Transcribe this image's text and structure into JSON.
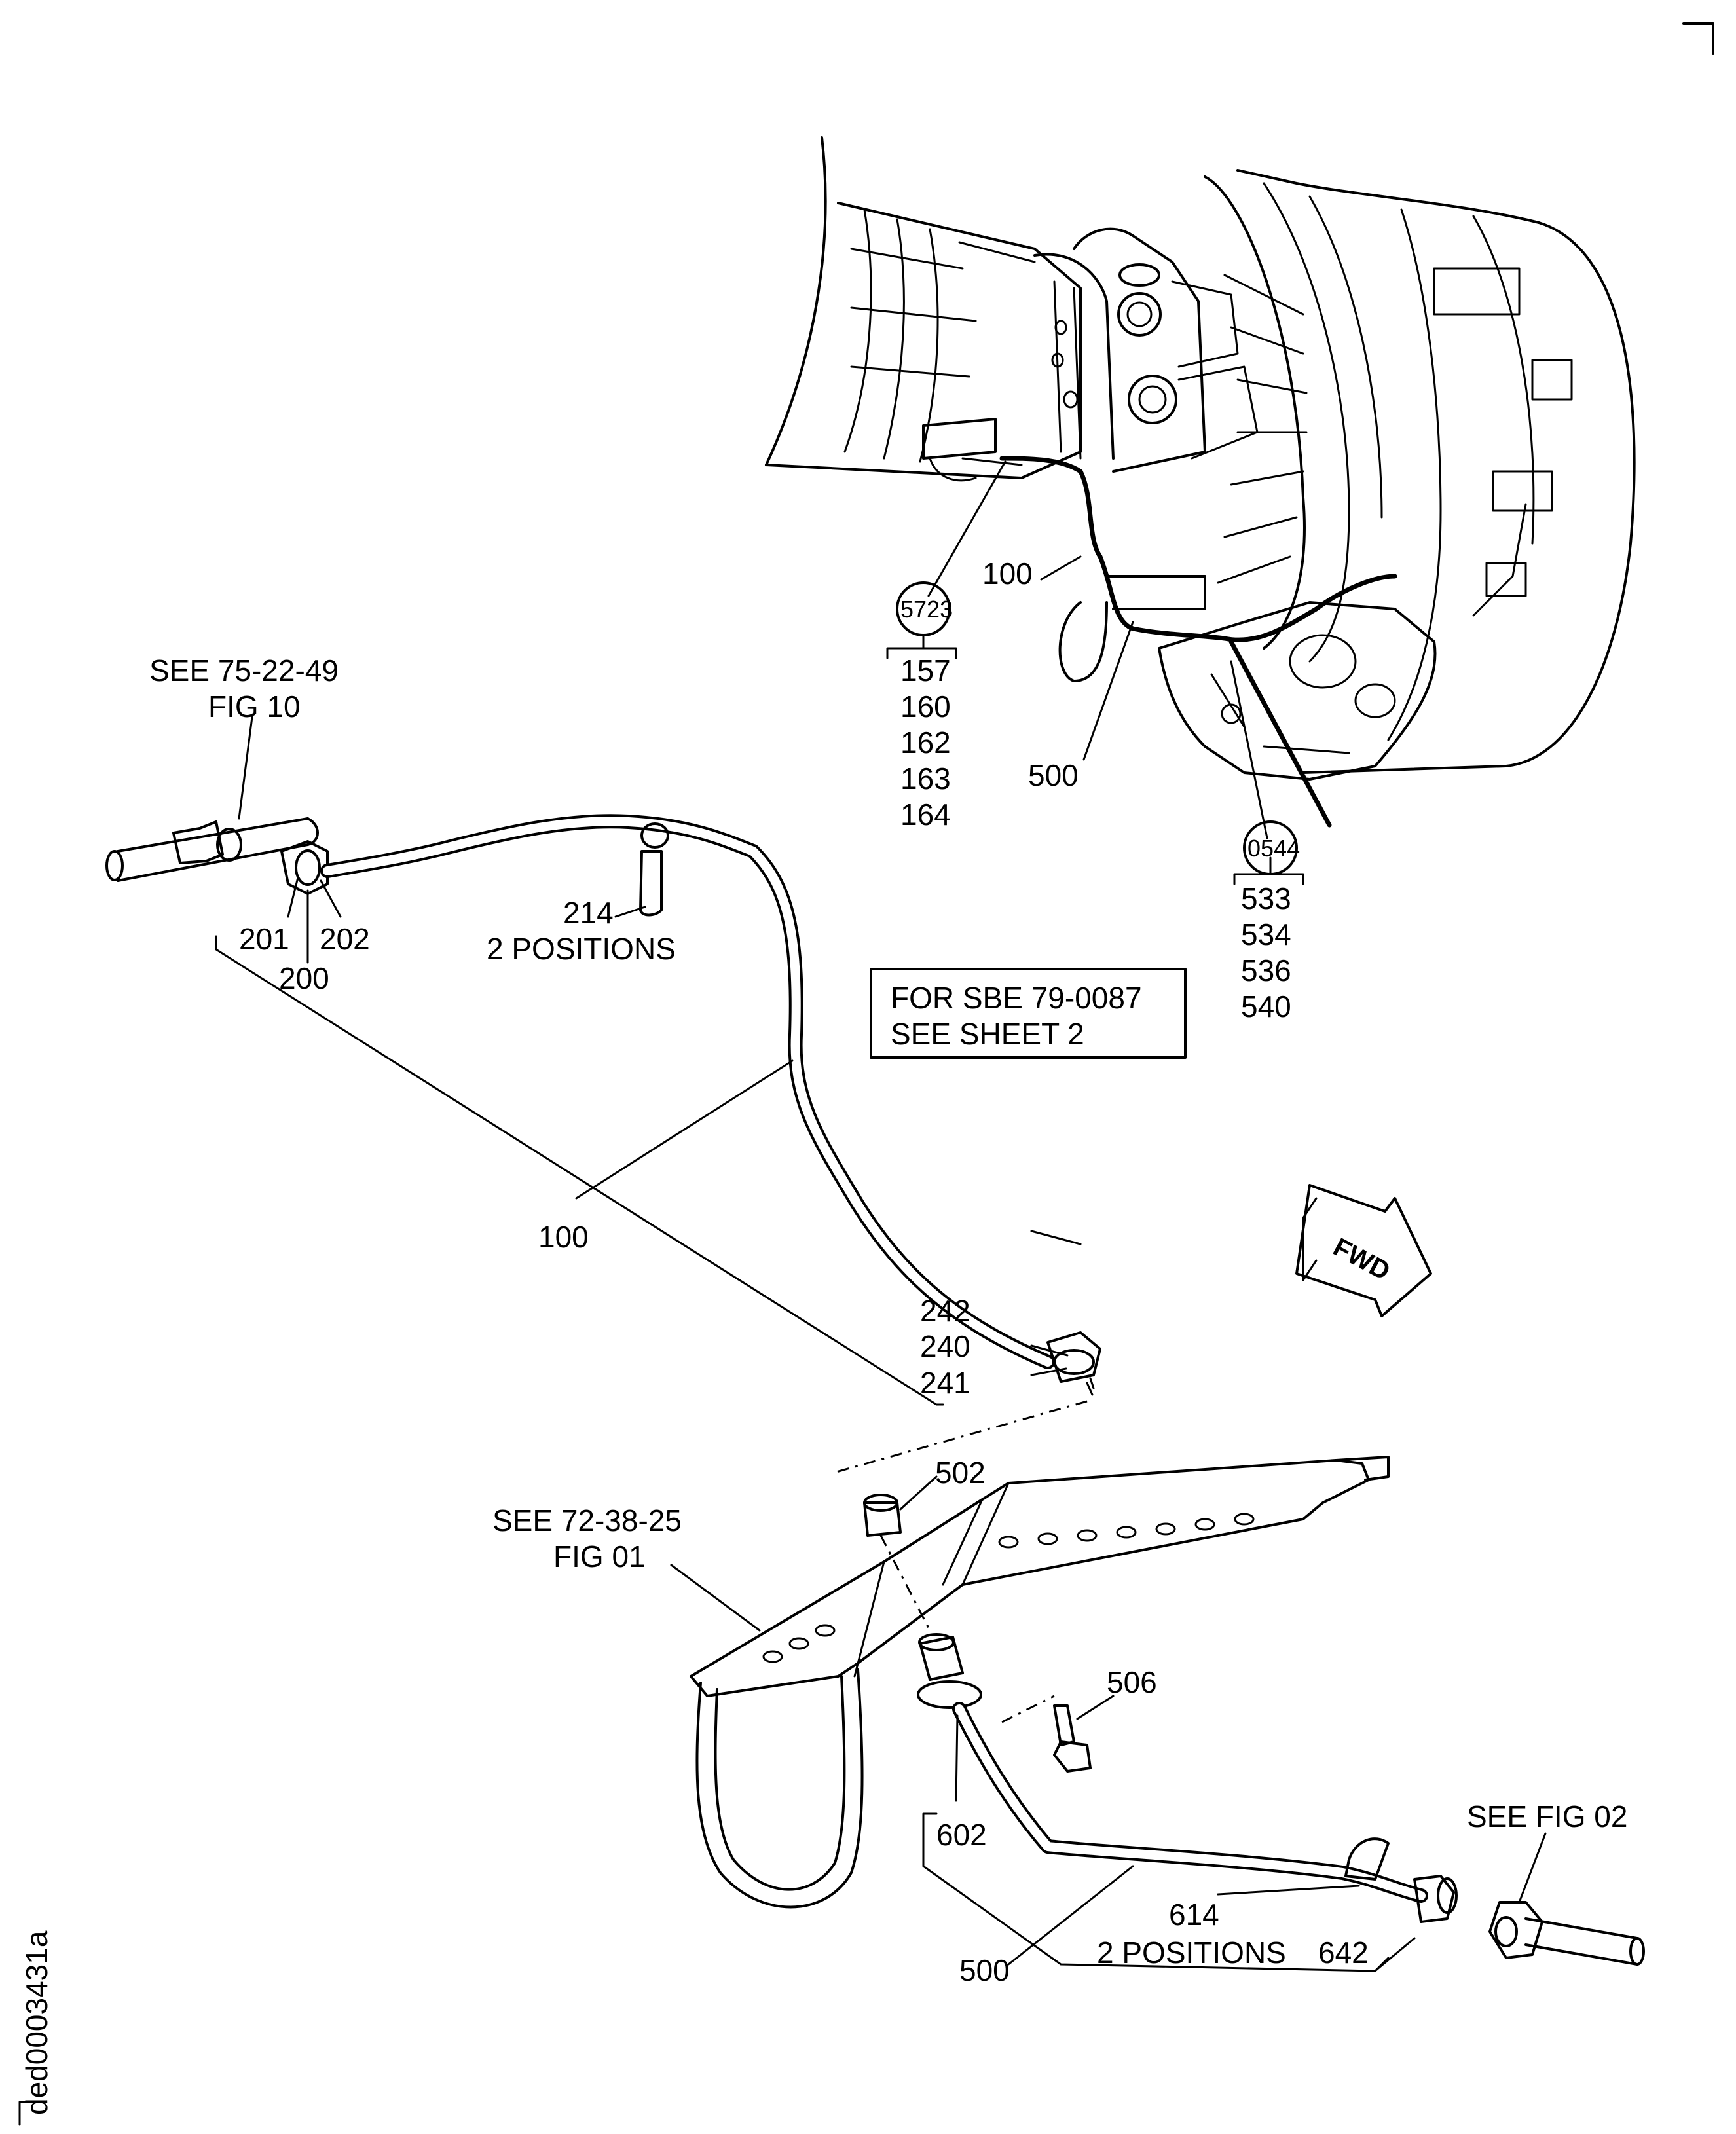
{
  "labels": {
    "see_75_22_49": "SEE 75-22-49",
    "fig_10": "FIG 10",
    "ref_201": "201",
    "ref_202": "202",
    "ref_200": "200",
    "ref_214": "214",
    "two_positions_upper": "2 POSITIONS",
    "ref_100_upper": "100",
    "ref_100_lower": "100",
    "ref_5723": "5723",
    "ref_157": "157",
    "ref_160": "160",
    "ref_162": "162",
    "ref_163": "163",
    "ref_164": "164",
    "ref_500_upper": "500",
    "ref_0544": "0544",
    "ref_533": "533",
    "ref_534": "534",
    "ref_536": "536",
    "ref_540": "540",
    "note_line1": "FOR SBE 79-0087",
    "note_line2": "SEE SHEET 2",
    "fwd": "FWD",
    "ref_242": "242",
    "ref_240": "240",
    "ref_241": "241",
    "ref_502": "502",
    "see_72_38_25": "SEE 72-38-25",
    "fig_01": "FIG 01",
    "ref_506": "506",
    "ref_602": "602",
    "see_fig_02": "SEE FIG 02",
    "ref_614": "614",
    "two_positions_lower": "2 POSITIONS",
    "ref_642": "642",
    "ref_500_lower": "500",
    "drawing_id": "ded0003431a"
  }
}
